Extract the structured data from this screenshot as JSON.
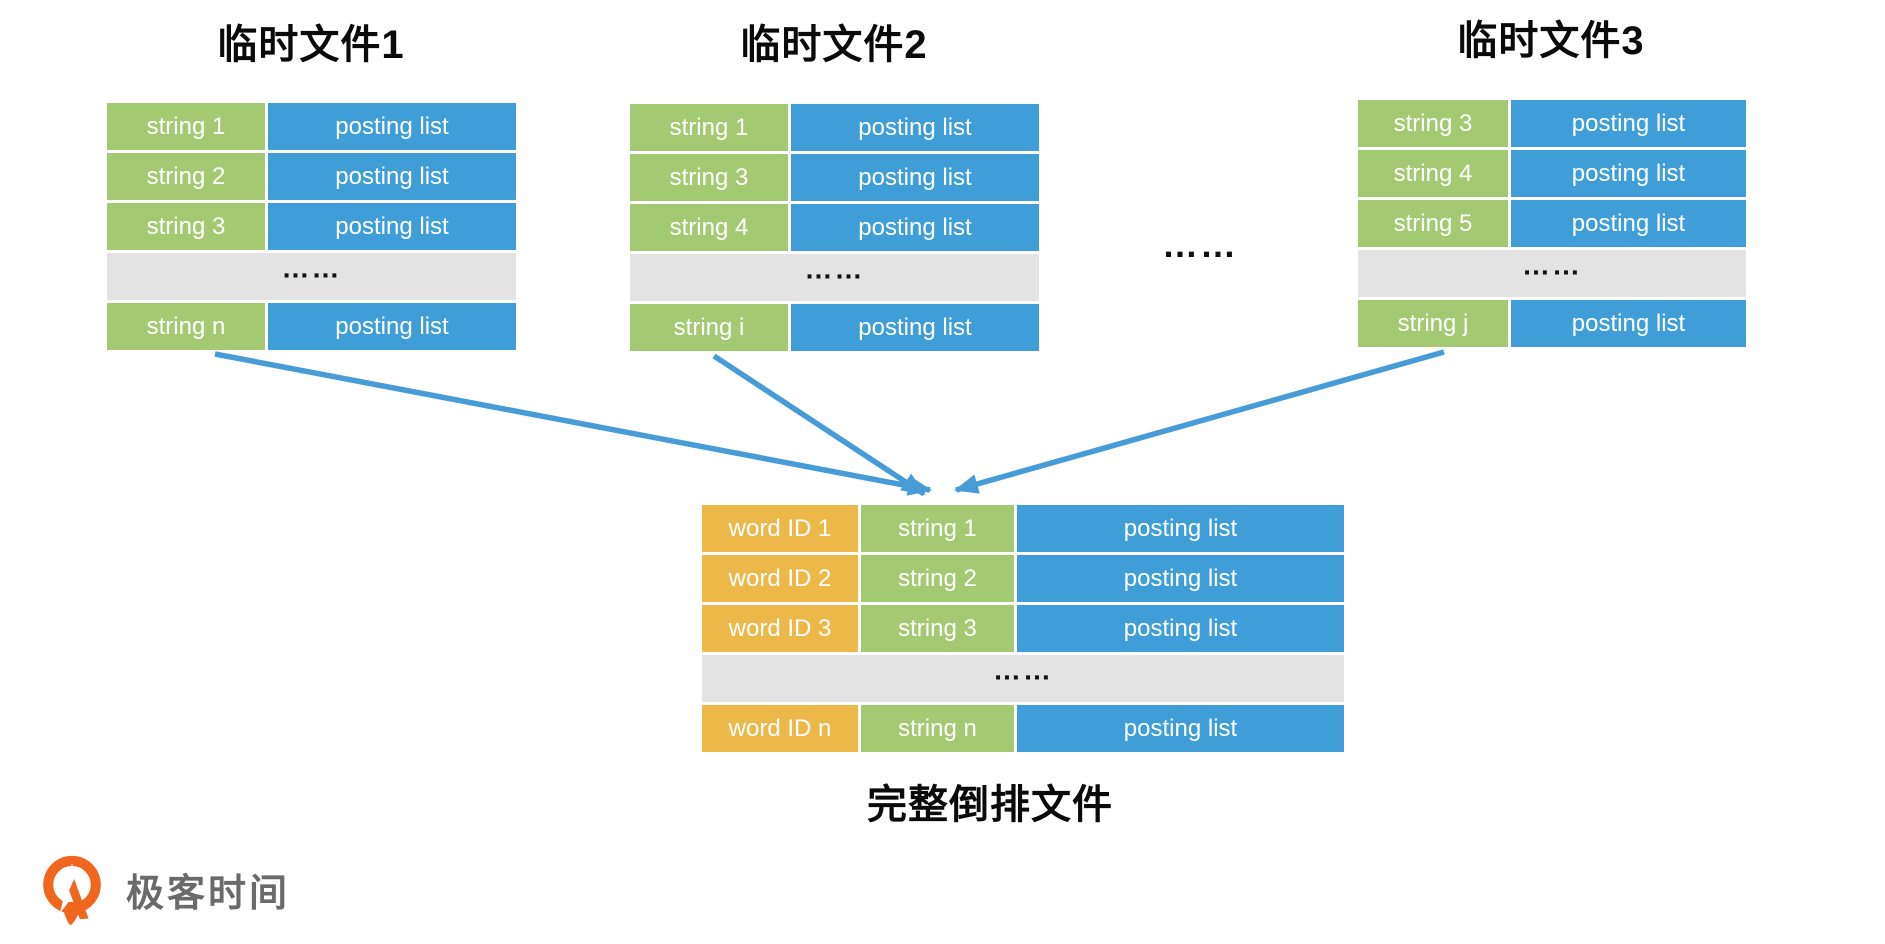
{
  "files": [
    {
      "title": "临时文件1",
      "rows": [
        [
          "string 1",
          "posting list"
        ],
        [
          "string 2",
          "posting list"
        ],
        [
          "string 3",
          "posting list"
        ]
      ],
      "ellipsis": "……",
      "last": [
        "string n",
        "posting list"
      ]
    },
    {
      "title": "临时文件2",
      "rows": [
        [
          "string 1",
          "posting list"
        ],
        [
          "string 3",
          "posting list"
        ],
        [
          "string 4",
          "posting list"
        ]
      ],
      "ellipsis": "……",
      "last": [
        "string i",
        "posting list"
      ]
    },
    {
      "title": "临时文件3",
      "rows": [
        [
          "string 3",
          "posting list"
        ],
        [
          "string 4",
          "posting list"
        ],
        [
          "string 5",
          "posting list"
        ]
      ],
      "ellipsis": "……",
      "last": [
        "string j",
        "posting list"
      ]
    }
  ],
  "separator_ellipsis": "……",
  "merged": {
    "title": "完整倒排文件",
    "rows": [
      [
        "word ID 1",
        "string 1",
        "posting list"
      ],
      [
        "word ID 2",
        "string 2",
        "posting list"
      ],
      [
        "word ID 3",
        "string 3",
        "posting list"
      ]
    ],
    "ellipsis": "……",
    "last": [
      "word ID n",
      "string n",
      "posting list"
    ]
  },
  "logo": {
    "brand": "极客时间"
  },
  "colors": {
    "key_green": "#a4c973",
    "posting_blue": "#3f9ed8",
    "word_id_yellow": "#ecb84a",
    "ellipsis_gray": "#e3e3e3",
    "arrow_blue": "#479bd6",
    "logo_orange": "#f0661f",
    "logo_text_gray": "#6a6a6a"
  }
}
